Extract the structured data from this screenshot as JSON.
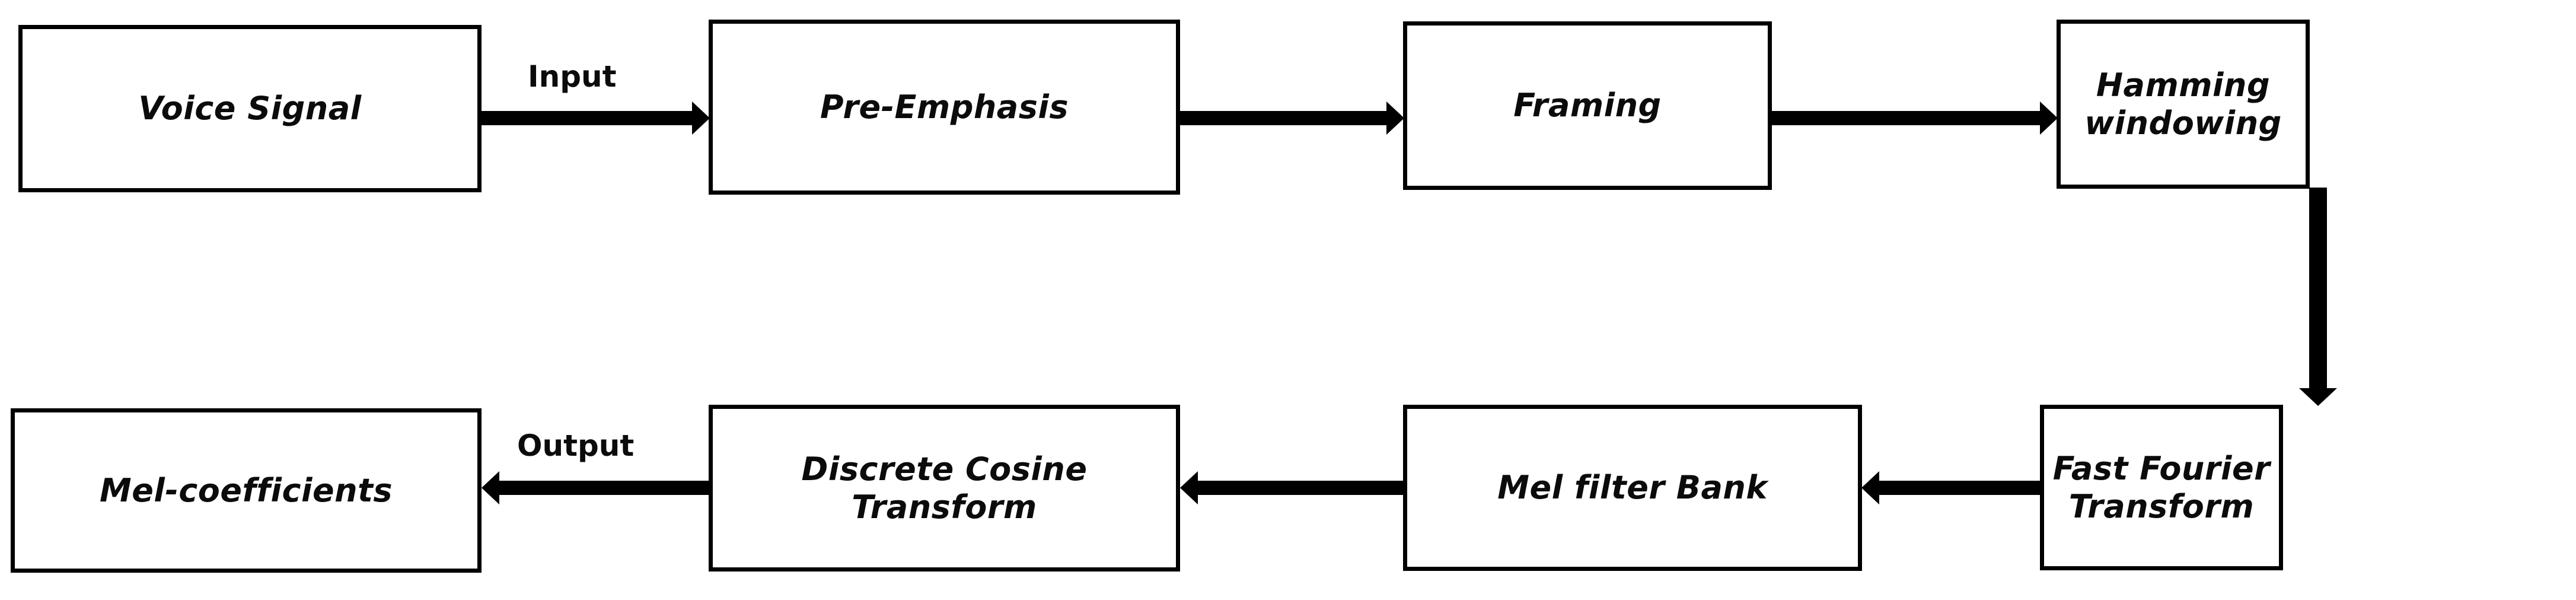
{
  "diagram": {
    "title": "MFCC feature extraction block diagram",
    "type": "flowchart",
    "orientation": "serpentine-left-to-right-then-right-to-left",
    "colors": {
      "stroke": "#000000",
      "fill": "#ffffff",
      "text": "#0b0b0b"
    },
    "nodes": [
      {
        "id": "voice-signal",
        "label": "Voice Signal"
      },
      {
        "id": "pre-emphasis",
        "label": "Pre-Emphasis"
      },
      {
        "id": "framing",
        "label": "Framing"
      },
      {
        "id": "hamming-windowing",
        "label": "Hamming\nwindowing"
      },
      {
        "id": "fast-fourier-transform",
        "label": "Fast Fourier\nTransform"
      },
      {
        "id": "mel-filter-bank",
        "label": "Mel filter Bank"
      },
      {
        "id": "discrete-cosine-transform",
        "label": "Discrete Cosine\nTransform"
      },
      {
        "id": "mel-coefficients",
        "label": "Mel-coefficients"
      }
    ],
    "edges": [
      {
        "id": "voice-to-preemphasis",
        "from": "voice-signal",
        "to": "pre-emphasis",
        "label": "Input",
        "direction": "right"
      },
      {
        "id": "preemphasis-to-framing",
        "from": "pre-emphasis",
        "to": "framing",
        "label": "",
        "direction": "right"
      },
      {
        "id": "framing-to-hamming",
        "from": "framing",
        "to": "hamming-windowing",
        "label": "",
        "direction": "right"
      },
      {
        "id": "hamming-to-fft",
        "from": "hamming-windowing",
        "to": "fast-fourier-transform",
        "label": "",
        "direction": "down"
      },
      {
        "id": "fft-to-melfilterbank",
        "from": "fast-fourier-transform",
        "to": "mel-filter-bank",
        "label": "",
        "direction": "left"
      },
      {
        "id": "melfilterbank-to-dct",
        "from": "mel-filter-bank",
        "to": "discrete-cosine-transform",
        "label": "",
        "direction": "left"
      },
      {
        "id": "dct-to-melcoefficients",
        "from": "discrete-cosine-transform",
        "to": "mel-coefficients",
        "label": "Output",
        "direction": "left"
      }
    ],
    "edge_labels": {
      "input": "Input",
      "output": "Output"
    }
  }
}
